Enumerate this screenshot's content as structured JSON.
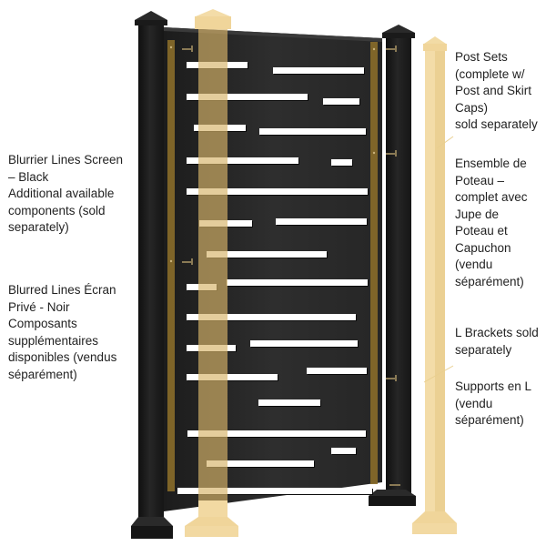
{
  "colors": {
    "background": "#ffffff",
    "panel": "#2a2a2a",
    "post": "#1e1e1e",
    "post_dark": "#111111",
    "ghost_post": "#f0d9a3",
    "ghost_overlay": "#7a5f1e",
    "bracket": "#8a6d2a",
    "slot": "#ffffff",
    "text": "#222222"
  },
  "left_labels": {
    "english": {
      "lines": [
        "Blurrier Lines Screen",
        "– Black",
        "Additional available",
        "components (sold",
        "separately)"
      ]
    },
    "french": {
      "lines": [
        "Blurred Lines Écran",
        "Privé - Noir",
        "Composants",
        "supplémentaires",
        "disponibles (vendus",
        "séparément)"
      ]
    }
  },
  "right_labels": {
    "post_sets_en": {
      "lines": [
        "Post Sets",
        "(complete w/",
        "Post and Skirt",
        "Caps)",
        "sold separately"
      ]
    },
    "post_sets_fr": {
      "lines": [
        "Ensemble de",
        "Poteau –",
        "complet avec",
        "Jupe de",
        "Poteau et",
        "Capuchon",
        "(vendu",
        "séparément)"
      ]
    },
    "brackets_en": {
      "lines": [
        "L Brackets sold",
        "separately"
      ]
    },
    "brackets_fr": {
      "lines": [
        "Supports en L",
        "(vendu",
        "séparément)"
      ]
    }
  },
  "illustration": {
    "product": "privacy-screen-panel",
    "slot_rows": [
      [
        [
          205,
          272,
          68
        ],
        [
          300,
          400,
          74
        ]
      ],
      [
        [
          205,
          338,
          103
        ],
        [
          355,
          395,
          108
        ]
      ],
      [
        [
          213,
          270,
          137
        ],
        [
          285,
          402,
          141
        ]
      ],
      [
        [
          205,
          328,
          173
        ],
        [
          364,
          387,
          175
        ]
      ],
      [
        [
          205,
          404,
          207
        ]
      ],
      [
        [
          219,
          277,
          242
        ],
        [
          303,
          403,
          240
        ]
      ],
      [
        [
          227,
          359,
          276
        ]
      ],
      [
        [
          205,
          238,
          312
        ],
        [
          249,
          404,
          307
        ]
      ],
      [
        [
          205,
          391,
          345
        ]
      ],
      [
        [
          205,
          259,
          379
        ],
        [
          275,
          393,
          374
        ]
      ],
      [
        [
          205,
          305,
          411
        ],
        [
          337,
          403,
          404
        ]
      ],
      [
        [
          284,
          352,
          439
        ]
      ],
      [
        [
          206,
          402,
          473
        ]
      ],
      [
        [
          227,
          345,
          506
        ],
        [
          364,
          391,
          492
        ]
      ],
      [
        [
          195,
          409,
          536
        ]
      ]
    ]
  }
}
